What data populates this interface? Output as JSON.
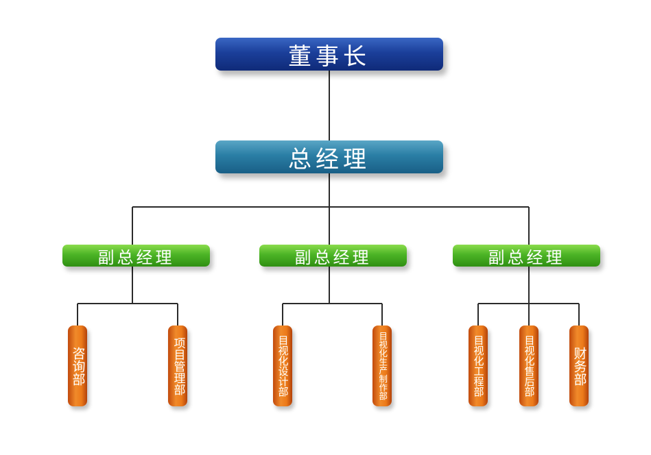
{
  "colors": {
    "line": "#2a2a2a",
    "chairman": "#1b3f9a",
    "general_manager": "#2a7ea5",
    "deputy": "#4cb426",
    "department": "#ec7a1a",
    "text": "#ffffff"
  },
  "chairman": "董事长",
  "general_manager": "总经理",
  "deputies": [
    {
      "label": "副总经理",
      "departments": [
        "咨询部",
        "项目管理部"
      ]
    },
    {
      "label": "副总经理",
      "departments": [
        "目视化设计部",
        "目视化生产制作部"
      ]
    },
    {
      "label": "副总经理",
      "departments": [
        "目视化工程部",
        "目视化售后部",
        "财务部"
      ]
    }
  ]
}
